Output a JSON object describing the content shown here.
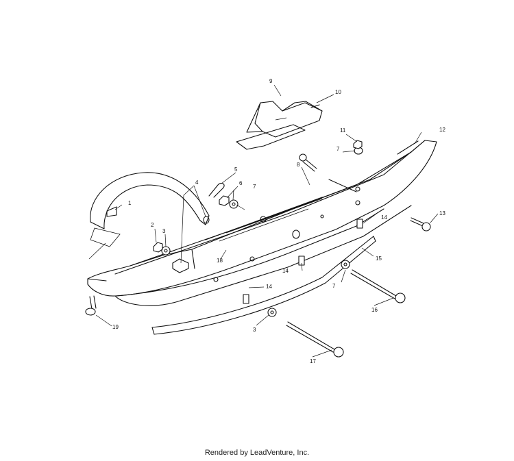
{
  "callouts": {
    "c1": "1",
    "c2": "2",
    "c3a": "3",
    "c3b": "3",
    "c4": "4",
    "c5": "5",
    "c6": "6",
    "c7a": "7",
    "c7b": "7",
    "c7c": "7",
    "c8": "8",
    "c9": "9",
    "c10": "10",
    "c11": "11",
    "c12": "12",
    "c13": "13",
    "c14a": "14",
    "c14b": "14",
    "c14c": "14",
    "c15": "15",
    "c16": "16",
    "c17": "17",
    "c18": "18",
    "c19": "19"
  },
  "footer": {
    "text": "Rendered by LeadVenture, Inc."
  }
}
